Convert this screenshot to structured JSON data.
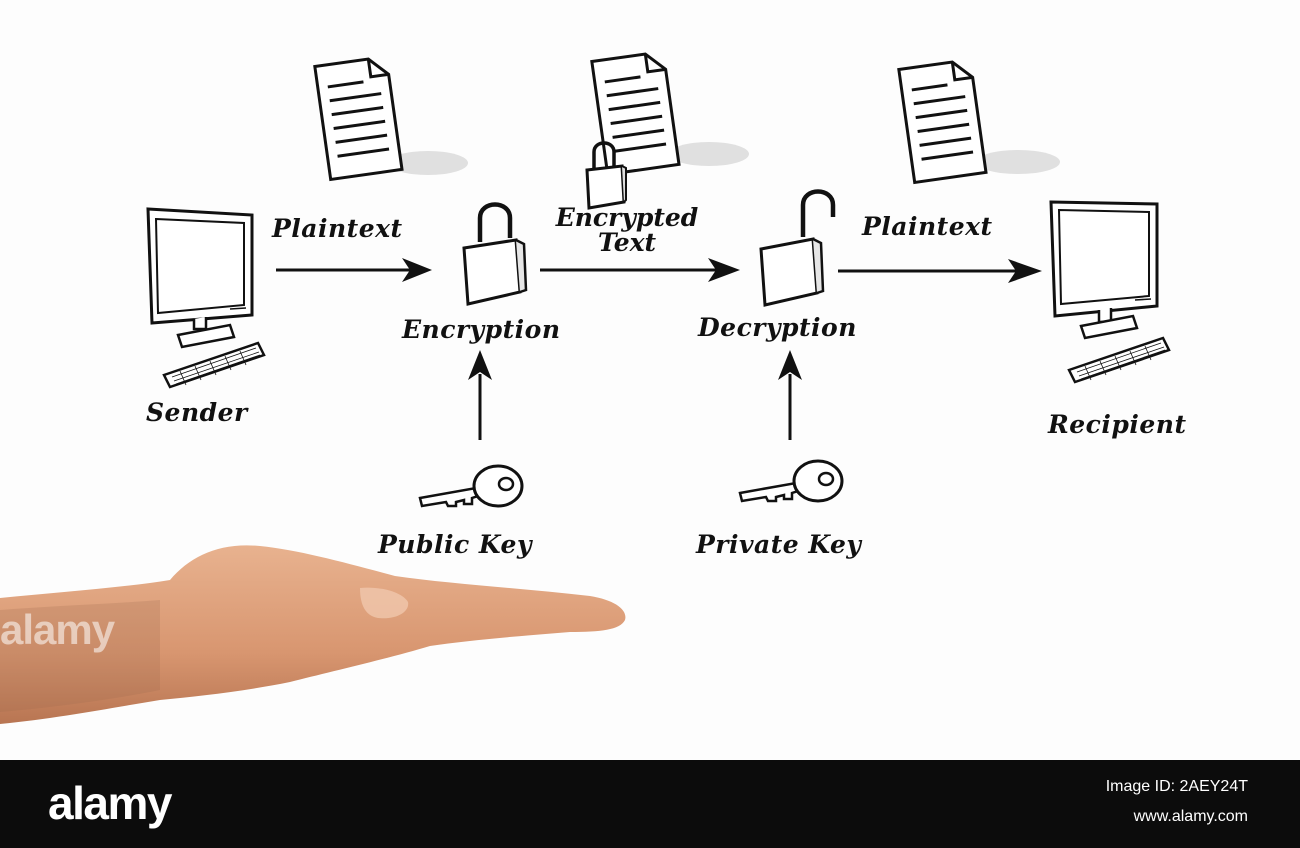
{
  "diagram": {
    "labels": {
      "plaintext_1": "Plaintext",
      "encrypted_text": "Encrypted\nText",
      "plaintext_2": "Plaintext",
      "sender": "Sender",
      "encryption": "Encryption",
      "decryption": "Decryption",
      "recipient": "Recipient",
      "public_key": "Public Key",
      "private_key": "Private Key"
    },
    "icons": [
      "document-icon",
      "computer-icon",
      "padlock-icon",
      "key-icon",
      "arrow-icon",
      "hand"
    ]
  },
  "watermark": {
    "text": "alamy"
  },
  "footer": {
    "brand": "alamy",
    "image_id": "Image ID: 2AEY24T",
    "site": "www.alamy.com"
  },
  "colors": {
    "ink": "#111111",
    "background": "#fdfdfd",
    "footer_bg": "#0c0c0c",
    "skin": "#e0a27c"
  }
}
